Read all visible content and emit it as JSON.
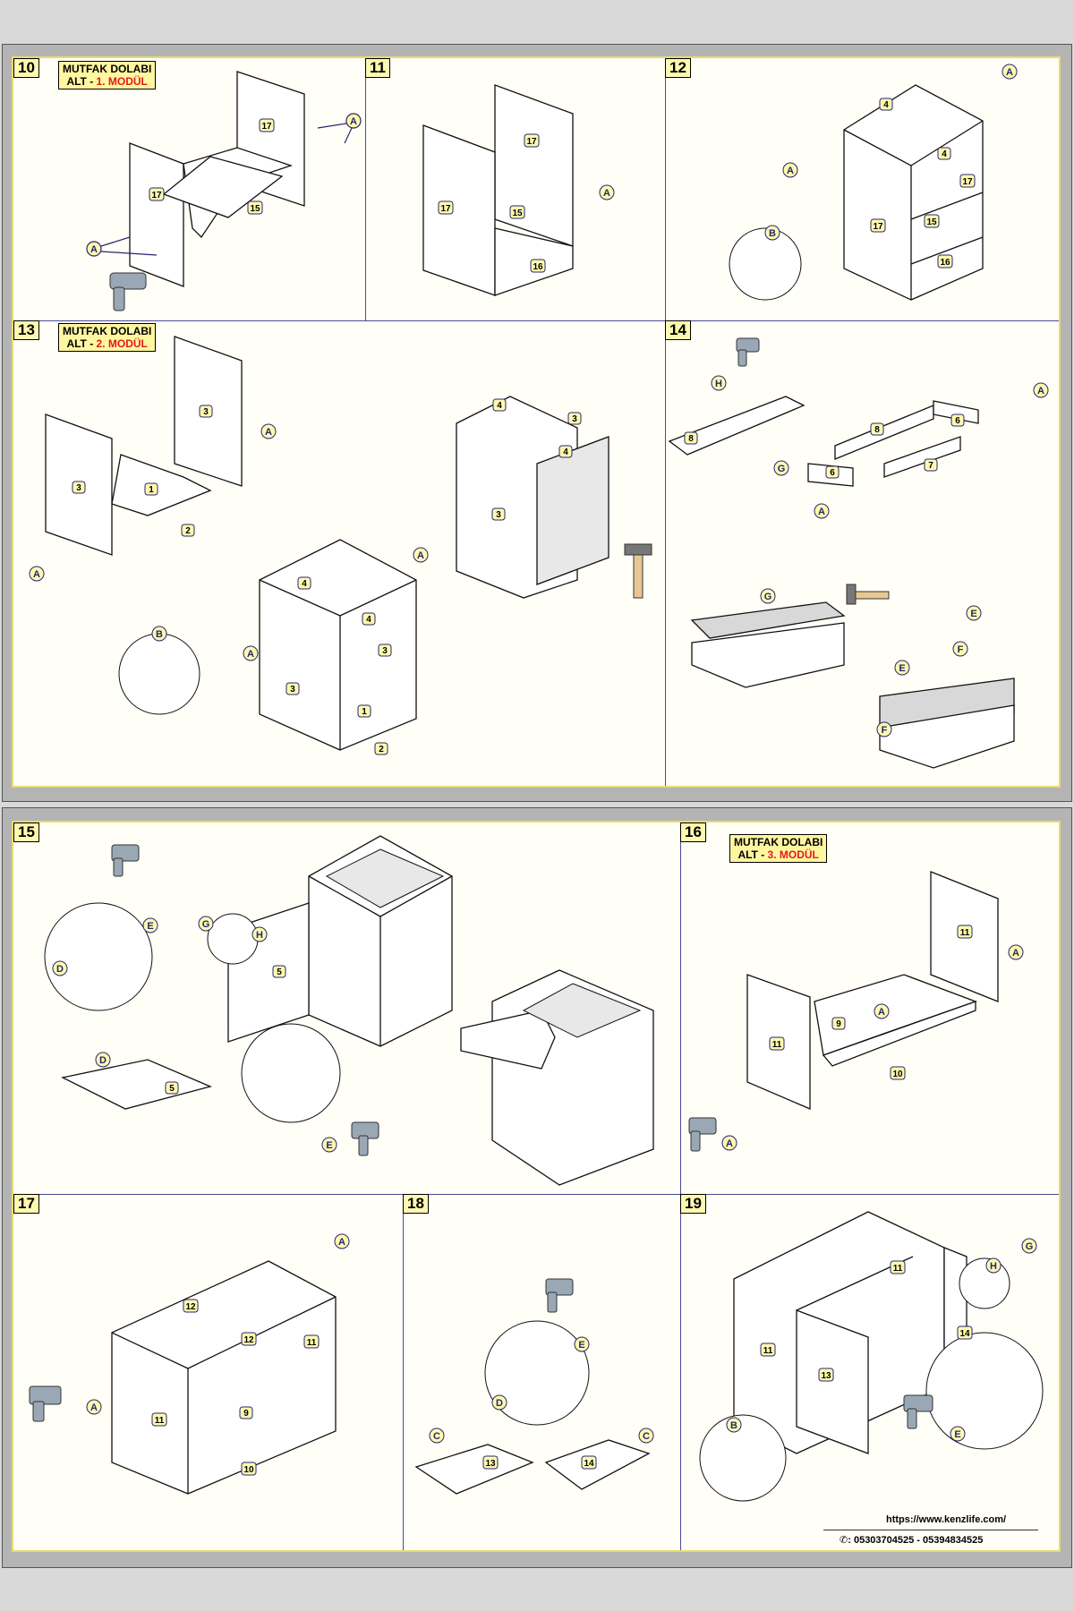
{
  "colors": {
    "frame": "#b4b4b4",
    "paper": "#fffef7",
    "frame_border": "#e8dc6e",
    "callout_fill": "#fff9b0",
    "callout_border": "#25256e",
    "arrow": "#25256e",
    "title_red": "#e21b1b"
  },
  "steps": [
    {
      "number": "10",
      "title_line1": "MUTFAK DOLABI",
      "title_prefix": "ALT - ",
      "title_module": "1. MODÜL"
    },
    {
      "number": "11"
    },
    {
      "number": "12"
    },
    {
      "number": "13",
      "title_line1": "MUTFAK DOLABI",
      "title_prefix": "ALT - ",
      "title_module": "2. MODÜL"
    },
    {
      "number": "14"
    },
    {
      "number": "15"
    },
    {
      "number": "16",
      "title_line1": "MUTFAK DOLABI",
      "title_prefix": "ALT - ",
      "title_module": "3. MODÜL"
    },
    {
      "number": "17"
    },
    {
      "number": "18"
    },
    {
      "number": "19"
    }
  ],
  "icons": [
    "drill-icon",
    "hammer-icon",
    "finger-press-icon",
    "screw-icon",
    "nail-icon",
    "hinge-icon",
    "cam-lock-icon",
    "phone-icon"
  ],
  "footer": {
    "website": "https://www.kenzlife.com/",
    "phone_prefix": ": ",
    "phones": "05303704525 - 05394834525"
  }
}
